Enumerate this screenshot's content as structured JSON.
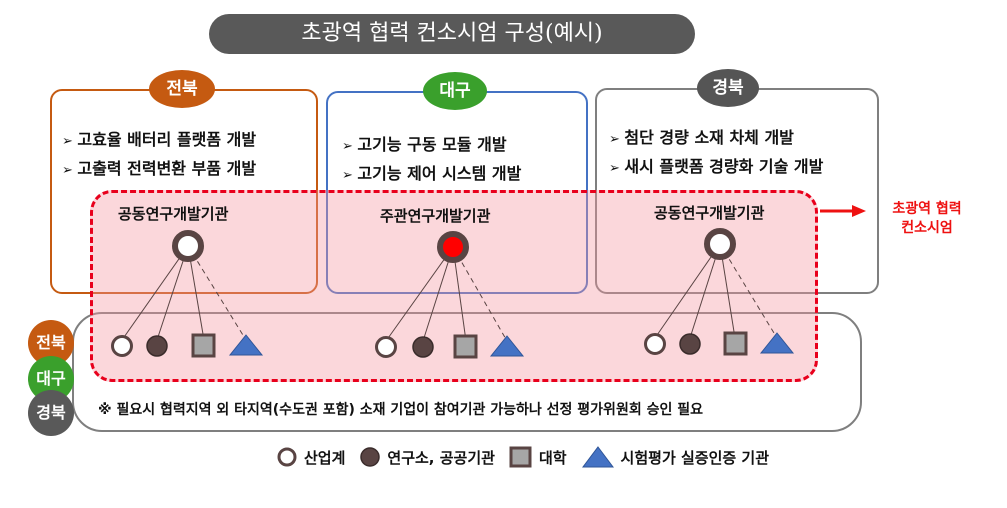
{
  "title": "초광역 협력 컨소시엄 구성(예시)",
  "regions": [
    {
      "name": "전북",
      "color": "#c55a11",
      "items": [
        "고효율 배터리 플랫폼 개발",
        "고출력 전력변환 부품 개발"
      ],
      "institution": "공동연구개발기관"
    },
    {
      "name": "대구",
      "color": "#3aa02c",
      "items": [
        "고기능 구동 모듈 개발",
        "고기능 제어 시스템 개발"
      ],
      "institution": "주관연구개발기관"
    },
    {
      "name": "경북",
      "color": "#555555",
      "items": [
        "첨단 경량 소재 차체 개발",
        "새시 플랫폼 경량화 기술 개발"
      ],
      "institution": "공동연구개발기관"
    }
  ],
  "region_border_colors": [
    "#c55a11",
    "#4472c4",
    "#7f7f7f"
  ],
  "callout": {
    "line1": "초광역 협력",
    "line2": "컨소시엄",
    "color": "#ee1111"
  },
  "side_badges": [
    "전북",
    "대구",
    "경북"
  ],
  "note": "※ 필요시  협력지역 외 타지역(수도권 포함) 소재 기업이 참여기관 가능하나 선정 평가위원회 승인 필요",
  "legend": {
    "industry": "산업계",
    "research": "연구소, 공공기관",
    "university": "대학",
    "testing": "시험평가 실증인증 기관"
  },
  "colors": {
    "lead_dot": "#ff0000",
    "node_dark": "#594443",
    "square_fill": "#a6a6a6",
    "triangle_fill": "#4472c4",
    "dashed_box": "#e8001c",
    "dashed_fill": "#f8cdd0"
  }
}
